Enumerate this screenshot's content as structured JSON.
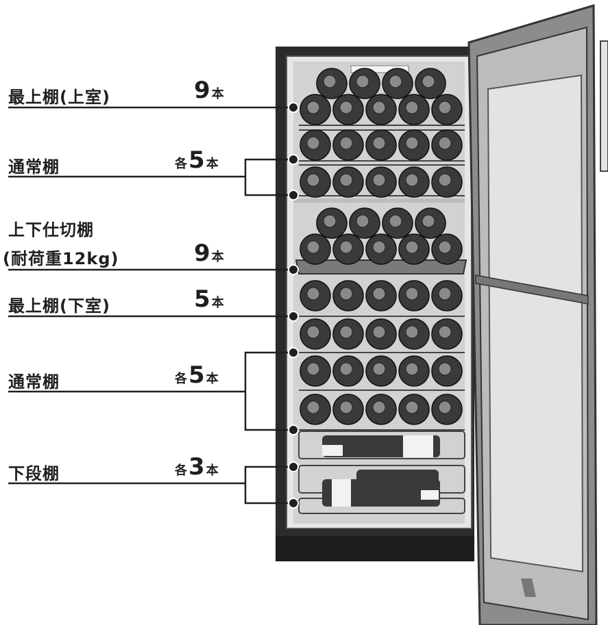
{
  "labels": [
    {
      "id": "top-upper",
      "name": "最上棚(上室)",
      "prefix": "",
      "count": "9",
      "unit": "本"
    },
    {
      "id": "normal-upper",
      "name": "通常棚",
      "prefix": "各",
      "count": "5",
      "unit": "本"
    },
    {
      "id": "divider",
      "name_line1": "上下仕切棚",
      "name_line2": "(耐荷重12kg)",
      "prefix": "",
      "count": "9",
      "unit": "本"
    },
    {
      "id": "top-lower",
      "name": "最上棚(下室)",
      "prefix": "",
      "count": "5",
      "unit": "本"
    },
    {
      "id": "normal-lower",
      "name": "通常棚",
      "prefix": "各",
      "count": "5",
      "unit": "本"
    },
    {
      "id": "bottom",
      "name": "下段棚",
      "prefix": "各",
      "count": "3",
      "unit": "本"
    }
  ],
  "colors": {
    "text": "#1f1f1f",
    "line": "#1f1f1f",
    "cabinet": "#2b2b2b",
    "interior": "#d4d4d4",
    "bottle": "#3a3a3a",
    "bottle_highlight": "#8a8a8a",
    "door": "#6e6e6e"
  }
}
